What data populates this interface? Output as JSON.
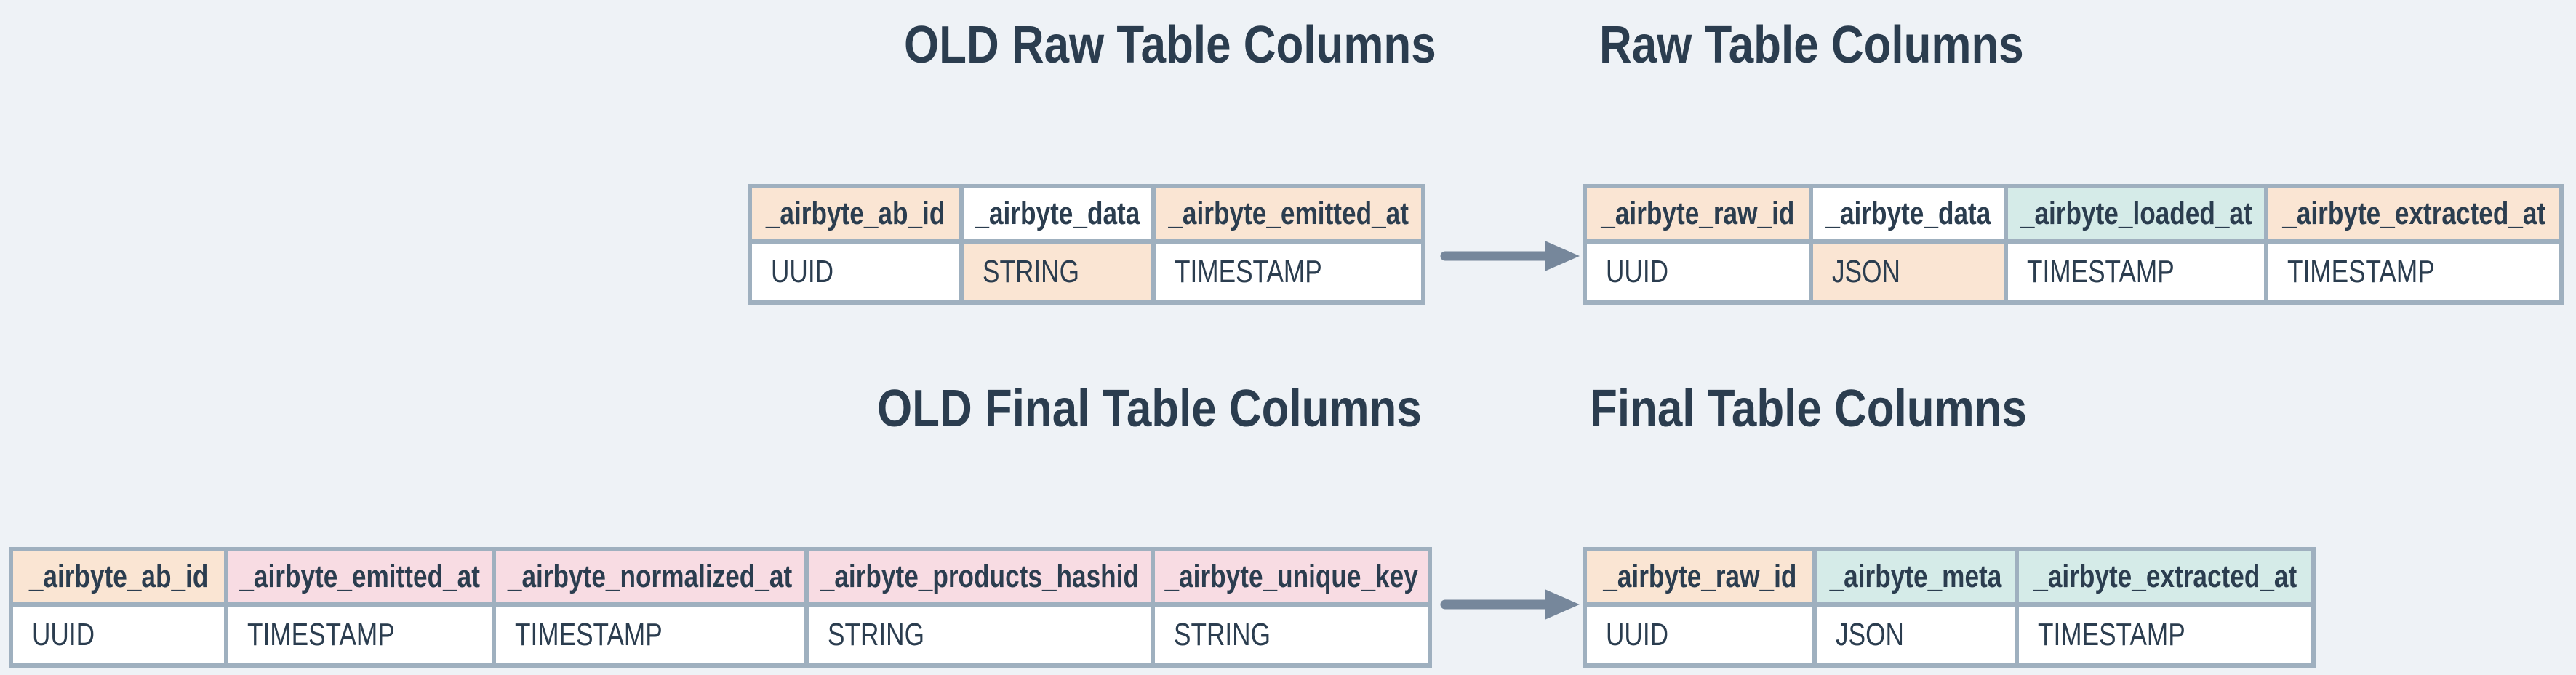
{
  "palette": {
    "background": "#eef2f6",
    "border": "#9fb0bf",
    "text": "#2b3d4f",
    "arrow": "#76879b",
    "peach": "#fae5d3",
    "pink": "#f8dce3",
    "teal": "#d5ebe8",
    "white": "#ffffff"
  },
  "titles": {
    "old_raw": "OLD Raw Table Columns",
    "raw": "Raw Table Columns",
    "old_final": "OLD Final Table Columns",
    "final": "Final Table Columns"
  },
  "tables": {
    "old_raw": {
      "columns": [
        {
          "header": "_airbyte_ab_id",
          "header_bg": "peach",
          "value": "UUID",
          "value_bg": "white"
        },
        {
          "header": "_airbyte_data",
          "header_bg": "white",
          "value": "STRING",
          "value_bg": "peach"
        },
        {
          "header": "_airbyte_emitted_at",
          "header_bg": "peach",
          "value": "TIMESTAMP",
          "value_bg": "white"
        }
      ]
    },
    "raw": {
      "columns": [
        {
          "header": "_airbyte_raw_id",
          "header_bg": "peach",
          "value": "UUID",
          "value_bg": "white"
        },
        {
          "header": "_airbyte_data",
          "header_bg": "white",
          "value": "JSON",
          "value_bg": "peach"
        },
        {
          "header": "_airbyte_loaded_at",
          "header_bg": "teal",
          "value": "TIMESTAMP",
          "value_bg": "white"
        },
        {
          "header": "_airbyte_extracted_at",
          "header_bg": "peach",
          "value": "TIMESTAMP",
          "value_bg": "white"
        }
      ]
    },
    "old_final": {
      "columns": [
        {
          "header": "_airbyte_ab_id",
          "header_bg": "peach",
          "value": "UUID",
          "value_bg": "white"
        },
        {
          "header": "_airbyte_emitted_at",
          "header_bg": "pink",
          "value": "TIMESTAMP",
          "value_bg": "white"
        },
        {
          "header": "_airbyte_normalized_at",
          "header_bg": "pink",
          "value": "TIMESTAMP",
          "value_bg": "white"
        },
        {
          "header": "_airbyte_products_hashid",
          "header_bg": "pink",
          "value": "STRING",
          "value_bg": "white"
        },
        {
          "header": "_airbyte_unique_key",
          "header_bg": "pink",
          "value": "STRING",
          "value_bg": "white"
        }
      ]
    },
    "final": {
      "columns": [
        {
          "header": "_airbyte_raw_id",
          "header_bg": "peach",
          "value": "UUID",
          "value_bg": "white"
        },
        {
          "header": "_airbyte_meta",
          "header_bg": "teal",
          "value": "JSON",
          "value_bg": "white"
        },
        {
          "header": "_airbyte_extracted_at",
          "header_bg": "teal",
          "value": "TIMESTAMP",
          "value_bg": "white"
        }
      ]
    }
  }
}
